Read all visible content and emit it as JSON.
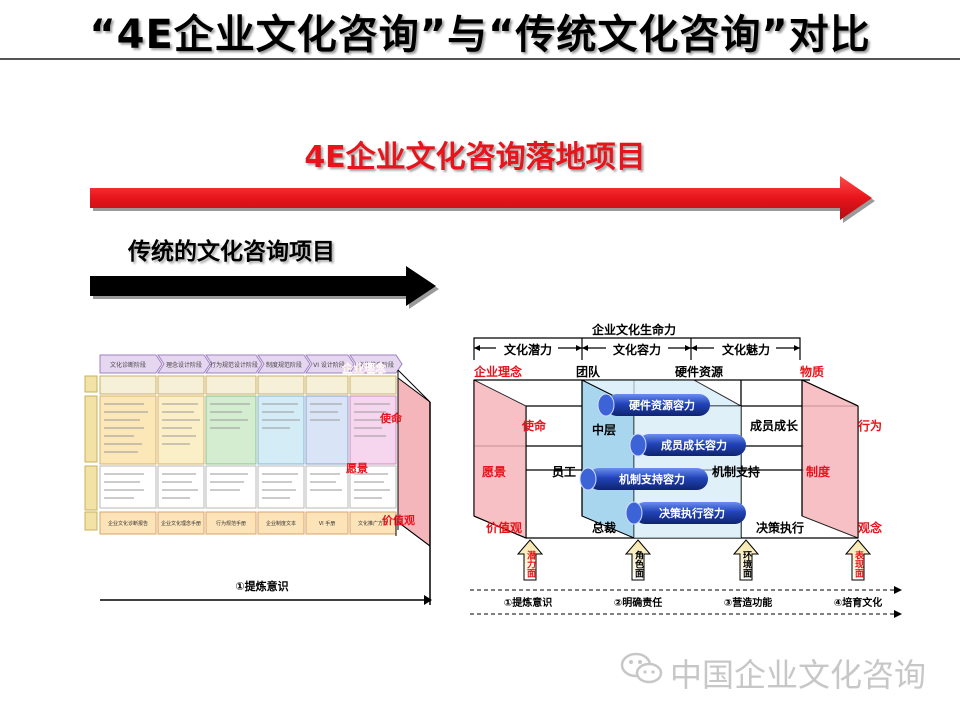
{
  "title": "“4E企业文化咨询”与“传统文化咨询”对比",
  "red_arrow_label": "4E企业文化咨询落地项目",
  "black_arrow_label": "传统的文化咨询项目",
  "left_diagram": {
    "phase_tabs": [
      "文化诊断阶段",
      "理念设计阶段",
      "行为规范设计阶段",
      "制度规范阶段",
      "VI 设计阶段",
      "文化推广阶段"
    ],
    "row_labels": [
      "企业理念",
      "使命",
      "愿景",
      "价值观"
    ],
    "bottom_cells": [
      "企业文化诊断报告",
      "企业文化理念手册",
      "行为规范手册",
      "企业制度文本",
      "VI 手册",
      "文化推广方案"
    ],
    "axis_label": "①提炼意识"
  },
  "right_diagram": {
    "top_label": "企业文化生命力",
    "segments": [
      "文化潜力",
      "文化容力",
      "文化魅力"
    ],
    "top_row": [
      "企业理念",
      "团队",
      "硬件资源",
      "物质"
    ],
    "mid_labels": {
      "mission": "使命",
      "middle": "中层",
      "member_growth": "成员成长",
      "behavior": "行为",
      "vision": "愿景",
      "staff": "员工",
      "mechanism": "机制支持",
      "system": "制度",
      "values": "价值观",
      "ceo": "总裁",
      "decision": "决策执行",
      "concept": "观念"
    },
    "cylinders": [
      "硬件资源容力",
      "成员成长容力",
      "机制支持容力",
      "决策执行容力"
    ],
    "up_arrows": [
      "潜力面",
      "角色面",
      "环境面",
      "表现面"
    ],
    "steps": [
      "①提炼意识",
      "②明确责任",
      "③营造功能",
      "④培育文化"
    ]
  },
  "watermark": "中国企业文化咨询",
  "colors": {
    "red": "#e8141b",
    "blue": "#1d4aa8",
    "pink": "#f5b6bb",
    "light_blue": "#a9d6ef"
  }
}
